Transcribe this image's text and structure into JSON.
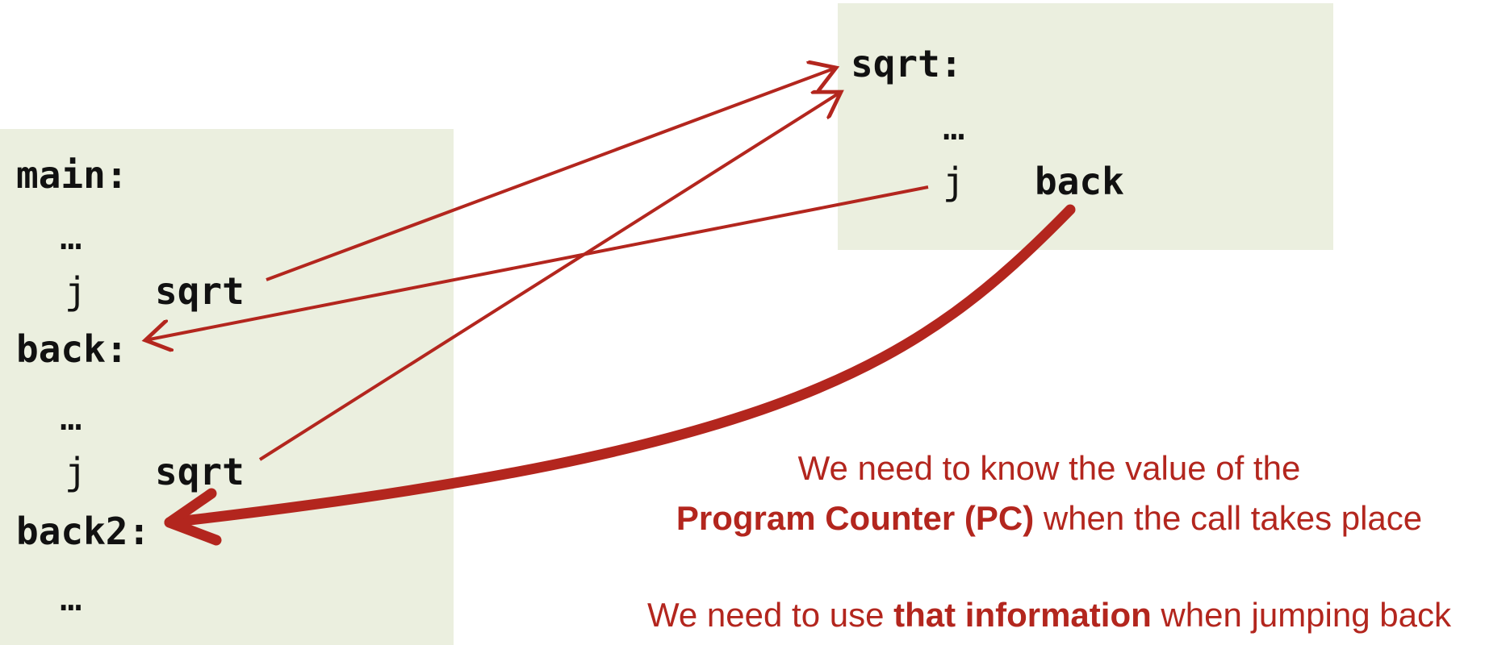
{
  "main_block": {
    "label_main": "main:",
    "ellipsis1": "…",
    "jump1_op": "j",
    "jump1_target": "sqrt",
    "label_back": "back:",
    "ellipsis2": "…",
    "jump2_op": "j",
    "jump2_target": "sqrt",
    "label_back2": "back2:",
    "ellipsis3": "…"
  },
  "sqrt_block": {
    "label_sqrt": "sqrt:",
    "ellipsis": "…",
    "jump_op": "j",
    "jump_target": "back"
  },
  "notes": {
    "line1": "We need to know the value of the",
    "line2_bold": "Program Counter (PC)",
    "line2_rest": " when the call takes place",
    "line3_pre": "We need to use ",
    "line3_bold": "that information",
    "line3_post": " when jumping back"
  },
  "colors": {
    "accent": "#b3261e",
    "box": "#ebefdf"
  }
}
